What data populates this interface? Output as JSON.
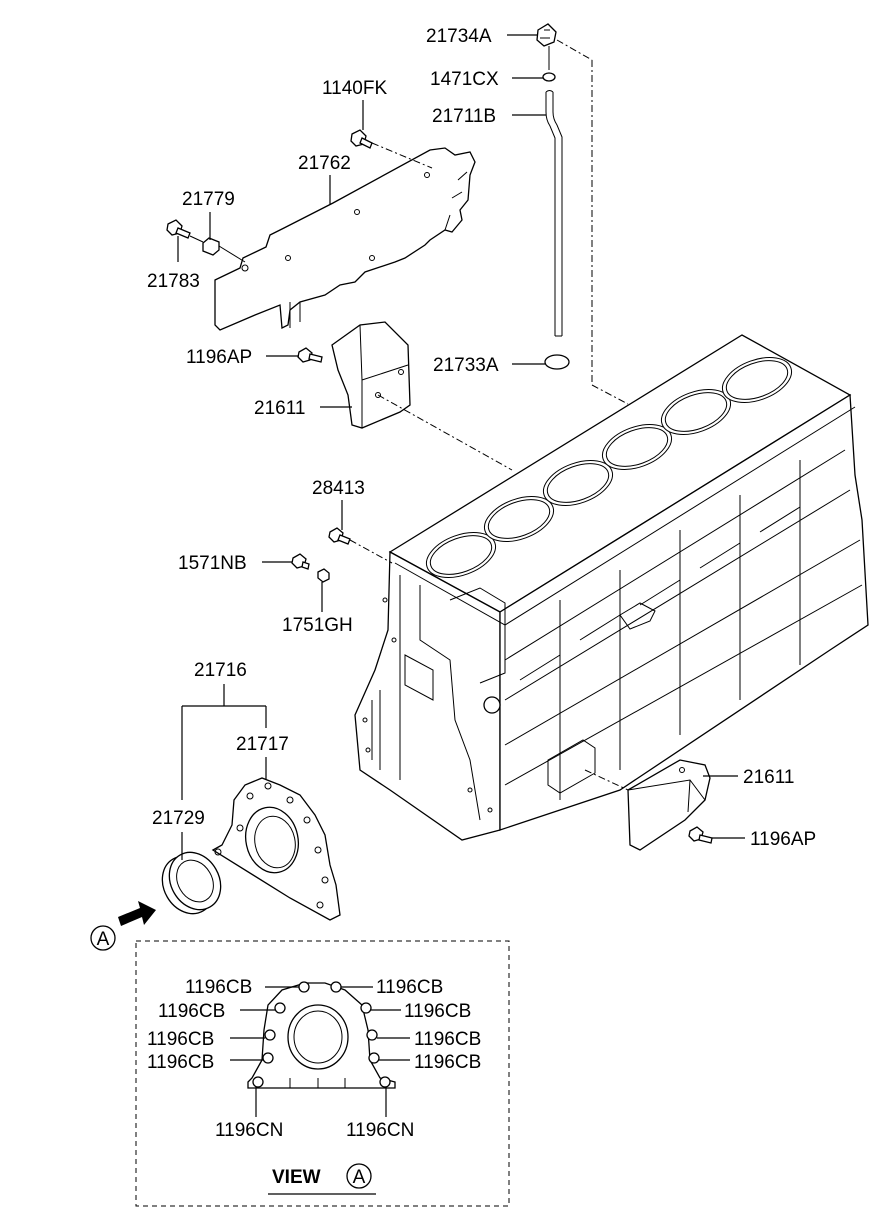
{
  "labels": {
    "l_21734A": "21734A",
    "l_1471CX": "1471CX",
    "l_21711B": "21711B",
    "l_1140FK": "1140FK",
    "l_21762": "21762",
    "l_21779": "21779",
    "l_21783": "21783",
    "l_1196AP_top": "1196AP",
    "l_21733A": "21733A",
    "l_21611_top": "21611",
    "l_28413": "28413",
    "l_1571NB": "1571NB",
    "l_1751GH": "1751GH",
    "l_21716": "21716",
    "l_21717": "21717",
    "l_21729": "21729",
    "l_21611_bot": "21611",
    "l_1196AP_bot": "1196AP",
    "view_marker": "A",
    "cb_tl1": "1196CB",
    "cb_tl2": "1196CB",
    "cb_l3": "1196CB",
    "cb_l4": "1196CB",
    "cb_tr1": "1196CB",
    "cb_tr2": "1196CB",
    "cb_r3": "1196CB",
    "cb_r4": "1196CB",
    "cn_left": "1196CN",
    "cn_right": "1196CN",
    "view_title": "VIEW",
    "view_circle": "A"
  }
}
